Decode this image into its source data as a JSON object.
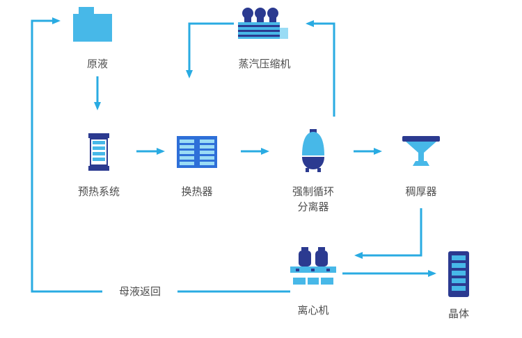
{
  "diagram": {
    "type": "process-flow",
    "nodes": {
      "raw_liquid": {
        "label": "原液"
      },
      "vapor_compressor": {
        "label": "蒸汽压缩机"
      },
      "preheat_system": {
        "label": "预热系统"
      },
      "heat_exchanger": {
        "label": "换热器"
      },
      "forced_circulation_separator": {
        "label": "强制循环\n分离器"
      },
      "thickener": {
        "label": "稠厚器"
      },
      "centrifuge": {
        "label": "离心机"
      },
      "crystal": {
        "label": "晶体"
      },
      "mother_liquor_return": {
        "label": "母液返回"
      }
    },
    "edges": [
      {
        "from": "raw_liquid",
        "to": "preheat_system"
      },
      {
        "from": "preheat_system",
        "to": "heat_exchanger"
      },
      {
        "from": "heat_exchanger",
        "to": "forced_circulation_separator"
      },
      {
        "from": "forced_circulation_separator",
        "to": "thickener"
      },
      {
        "from": "forced_circulation_separator",
        "to": "vapor_compressor"
      },
      {
        "from": "vapor_compressor",
        "to": "heat_exchanger"
      },
      {
        "from": "thickener",
        "to": "centrifuge"
      },
      {
        "from": "centrifuge",
        "to": "crystal"
      },
      {
        "from": "centrifuge",
        "to": "raw_liquid",
        "label": "母液返回"
      }
    ],
    "colors": {
      "arrow": "#29ABE2",
      "dark_blue": "#2B3A90",
      "mid_blue": "#2E6FD8",
      "light_blue": "#47B8E8",
      "pale_blue": "#9ADCF5",
      "text": "#4D4D4D",
      "background": "#FFFFFF"
    }
  }
}
